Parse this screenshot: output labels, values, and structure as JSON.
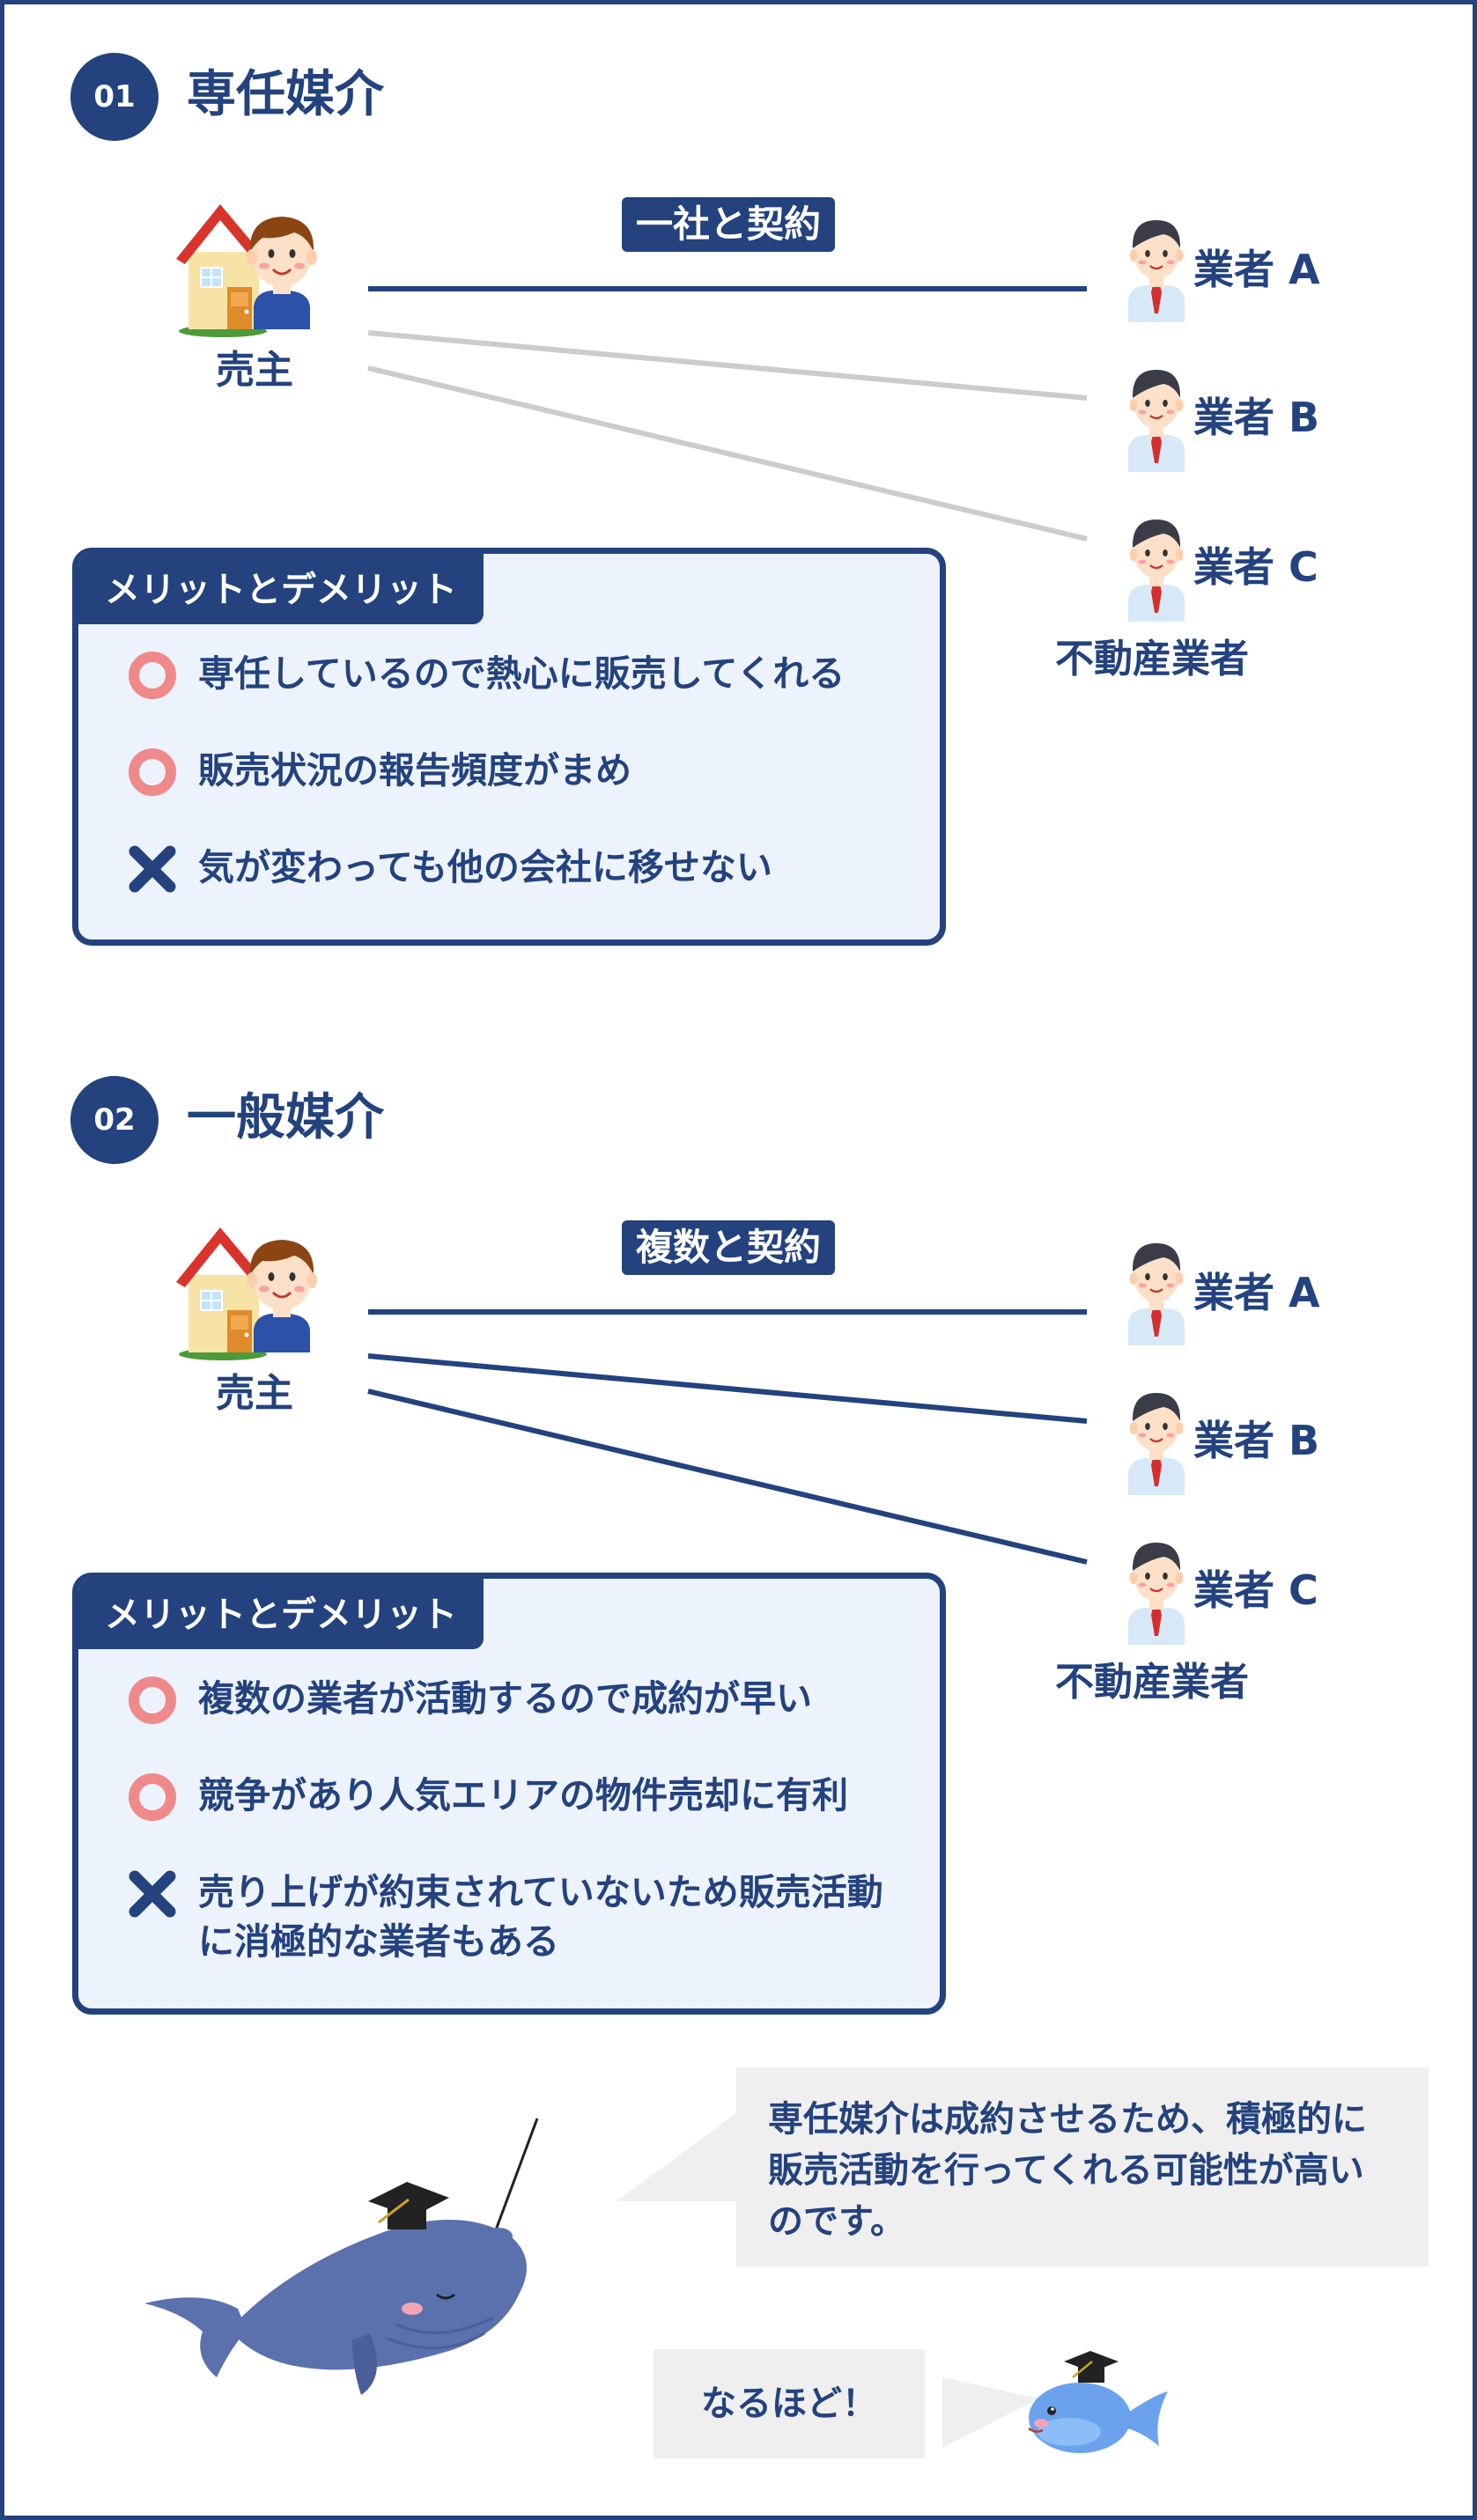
{
  "sections": [
    {
      "number": "01",
      "title": "専任媒介",
      "contract_label": "一社と契約",
      "seller_label": "売主",
      "agents": [
        "業者 A",
        "業者 B",
        "業者 C"
      ],
      "agency_label": "不動産業者",
      "merits_title": "メリットとデメリット",
      "points": [
        {
          "type": "merit",
          "text": "専任しているので熱心に販売してくれる"
        },
        {
          "type": "merit",
          "text": "販売状況の報告頻度がまめ"
        },
        {
          "type": "demerit",
          "text": "気が変わっても他の会社に移せない"
        }
      ]
    },
    {
      "number": "02",
      "title": "一般媒介",
      "contract_label": "複数と契約",
      "seller_label": "売主",
      "agents": [
        "業者 A",
        "業者 B",
        "業者 C"
      ],
      "agency_label": "不動産業者",
      "merits_title": "メリットとデメリット",
      "points": [
        {
          "type": "merit",
          "text": "複数の業者が活動するので成約が早い"
        },
        {
          "type": "merit",
          "text": "競争があり人気エリアの物件売却に有利"
        },
        {
          "type": "demerit",
          "text": "売り上げが約束されていないため販売活動に消極的な業者もある"
        }
      ]
    }
  ],
  "dialog": {
    "teacher_line": "専任媒介は成約させるため、積極的に販売活動を行ってくれる可能性が高いのです。",
    "student_line": "なるほど！"
  },
  "colors": {
    "navy": "#23427e",
    "box_bg": "#edf3fd",
    "merit_ring": "#f08a8a",
    "inactive_line": "#cccccc",
    "bubble_bg": "#efefef",
    "whale_big": "#5b71ae",
    "whale_small": "#6aa2ee"
  },
  "icons": {
    "seller": "house-with-person-icon",
    "agent": "businessman-icon",
    "merit": "circle-mark-icon",
    "demerit": "cross-mark-icon"
  }
}
